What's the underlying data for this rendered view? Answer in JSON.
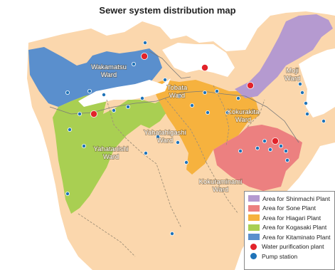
{
  "title": "Sewer system distribution map",
  "colors": {
    "shinmachi": "#b59ad0",
    "sone": "#ec8080",
    "hiagari": "#f6b23e",
    "kogasaki": "#a9cf52",
    "kitaminato": "#5a8fcd",
    "other": "#fbd7ad",
    "water_plant": "#e2232a",
    "pump": "#1f73b8",
    "sea": "#ffffff"
  },
  "wards": [
    {
      "name": "Wakamatsu Ward",
      "line1": "Wakamatsu",
      "line2": "Ward"
    },
    {
      "name": "Moji Ward",
      "line1": "Moji",
      "line2": "Ward"
    },
    {
      "name": "Tobata Ward",
      "line1": "Tobata",
      "line2": "Ward"
    },
    {
      "name": "Kokurakita Ward",
      "line1": "Kokurakita",
      "line2": "Ward"
    },
    {
      "name": "Yahatahigashi Ward",
      "line1": "Yahatahigashi",
      "line2": "Ward"
    },
    {
      "name": "Yahatanishi Ward",
      "line1": "Yahatanishi",
      "line2": "Ward"
    },
    {
      "name": "Kokuraminami Ward",
      "line1": "Kokuraminami",
      "line2": "Ward"
    }
  ],
  "legend": {
    "items": [
      {
        "label": "Area for Shinmachi Plant",
        "color": "#b59ad0",
        "kind": "area"
      },
      {
        "label": "Area for Sone Plant",
        "color": "#ec8080",
        "kind": "area"
      },
      {
        "label": "Area for Hiagari Plant",
        "color": "#f6b23e",
        "kind": "area"
      },
      {
        "label": "Area for Kogasaki Plant",
        "color": "#a9cf52",
        "kind": "area"
      },
      {
        "label": "Area for Kitaminato Plant",
        "color": "#5a8fcd",
        "kind": "area"
      },
      {
        "label": "Water purification plant",
        "color": "#e2232a",
        "kind": "dot"
      },
      {
        "label": "Pump station",
        "color": "#1f73b8",
        "kind": "dot"
      }
    ]
  }
}
